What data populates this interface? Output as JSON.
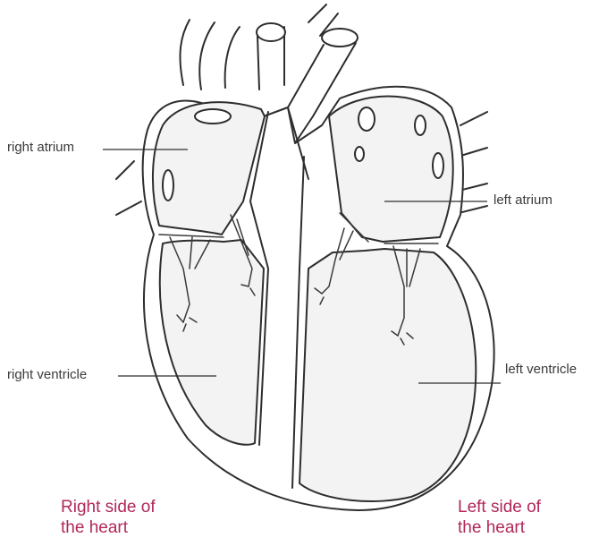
{
  "labels": {
    "right_atrium": "right atrium",
    "left_atrium": "left atrium",
    "right_ventricle": "right ventricle",
    "left_ventricle": "left ventricle"
  },
  "side_titles": {
    "right_line1": "Right side of",
    "right_line2": "the heart",
    "left_line1": "Left side of",
    "left_line2": "the heart"
  },
  "colors": {
    "side_title": "#b0285a",
    "outline": "#2e2e2e",
    "chamber_fill": "#f3f3f3"
  }
}
